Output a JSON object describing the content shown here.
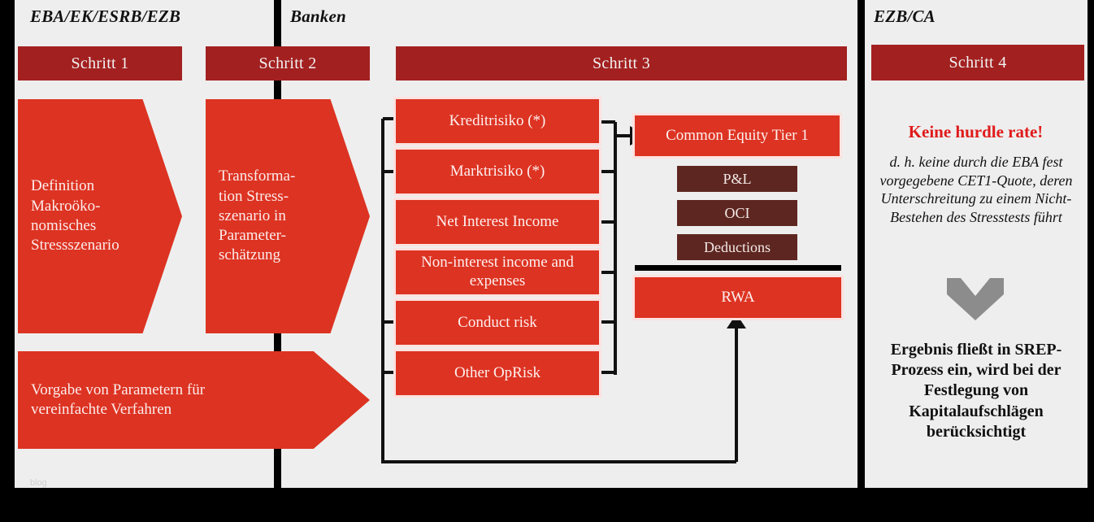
{
  "panels": {
    "left": {
      "title": "EBA/EK/ESRB/EZB"
    },
    "mid": {
      "title": "Banken"
    },
    "right": {
      "title": "EZB/CA"
    }
  },
  "steps": {
    "step1": "Schritt 1",
    "step2": "Schritt 2",
    "step3": "Schritt 3",
    "step4": "Schritt 4"
  },
  "arrows": {
    "definition": "Definition Makroöko-nomisches Stressszenario",
    "definition_lines": [
      "Definition",
      "Makroöko-",
      "nomisches",
      "Stressszenario"
    ],
    "transformation_lines": [
      "Transforma-",
      "tion Stress-",
      "szenario in",
      "Parameter-",
      "schätzung"
    ],
    "vorgabe_lines": [
      "Vorgabe von Parametern für",
      "vereinfachte Verfahren"
    ]
  },
  "risk_boxes": [
    {
      "label": "Kreditrisiko (*)"
    },
    {
      "label": "Marktrisiko (*)"
    },
    {
      "label": "Net Interest Income"
    },
    {
      "label": "Non-interest income and expenses"
    },
    {
      "label": "Conduct risk"
    },
    {
      "label": "Other OpRisk"
    }
  ],
  "capital": {
    "cet1": "Common Equity Tier 1",
    "components": [
      "P&L",
      "OCI",
      "Deductions"
    ],
    "rwa": "RWA"
  },
  "right_panel": {
    "headline": "Keine hurdle rate!",
    "explanation": "d. h. keine durch die EBA fest vorgegebene CET1-Quote, deren Unterschreitung zu einem Nicht-Bestehen des Stresstests führt",
    "conclusion": "Ergebnis fließt in SREP-Prozess ein, wird bei der Festlegung von Kapitalaufschlägen berücksichtigt"
  },
  "watermark": "blog",
  "colors": {
    "bright_red": "#DD3322",
    "dark_red": "#A32020",
    "dark_brown": "#5E2620",
    "headline_red": "#E01B1B",
    "panel_bg": "#EEEEEE",
    "gray_chevron": "#8C8C8C"
  }
}
